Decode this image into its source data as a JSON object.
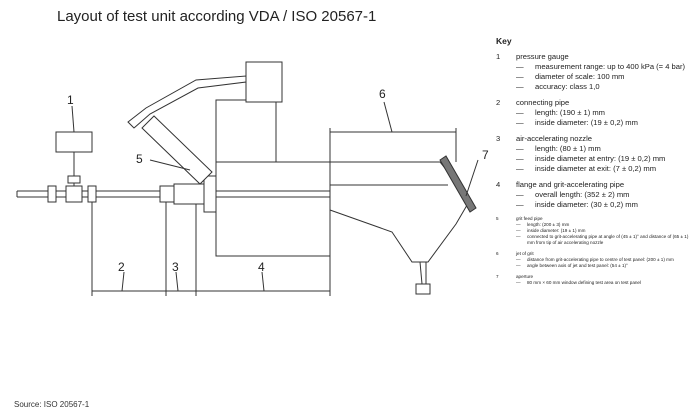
{
  "title": "Layout of test unit according VDA / ISO 20567-1",
  "source": "Source: ISO 20567-1",
  "key": {
    "heading": "Key",
    "items": [
      {
        "num": "1",
        "title": "pressure gauge",
        "details": [
          "measurement range: up to  400 kPa (= 4 bar)",
          "diameter of scale: 100 mm",
          "accuracy: class 1,0"
        ]
      },
      {
        "num": "2",
        "title": "connecting pipe",
        "details": [
          "length: (190 ± 1) mm",
          "inside diameter: (19 ± 0,2) mm"
        ]
      },
      {
        "num": "3",
        "title": "air-accelerating nozzle",
        "details": [
          "length: (80 ± 1) mm",
          "inside diameter at entry: (19 ± 0,2) mm",
          "inside diameter at exit: (7 ± 0,2) mm"
        ]
      },
      {
        "num": "4",
        "title": "flange and grit-accelerating pipe",
        "details": [
          "overall length: (352 ± 2) mm",
          "inside diameter: (30 ± 0,2) mm"
        ]
      },
      {
        "num": "5",
        "title": "grit feed pipe",
        "details": [
          "length: (200 ± 3) mm",
          "inside diameter: (19 ± 1) mm",
          "connected to grit-accelerating pipe at angle of (45 ± 1)° and distance of (65 ± 1) mm from tip of air accelerating nozzle"
        ]
      },
      {
        "num": "6",
        "title": "jet of grit",
        "details": [
          "distance from grit-accelerating pipe to centre of test panel: (200 ± 1) mm",
          "angle between axis of jet and test panel: (54 ± 1)°"
        ]
      },
      {
        "num": "7",
        "title": "aperture",
        "details": [
          "80 mm × 60 mm window defining test area on test panel"
        ]
      }
    ]
  },
  "labels": {
    "l1": "1",
    "l2": "2",
    "l3": "3",
    "l4": "4",
    "l5": "5",
    "l6": "6",
    "l7": "7"
  }
}
